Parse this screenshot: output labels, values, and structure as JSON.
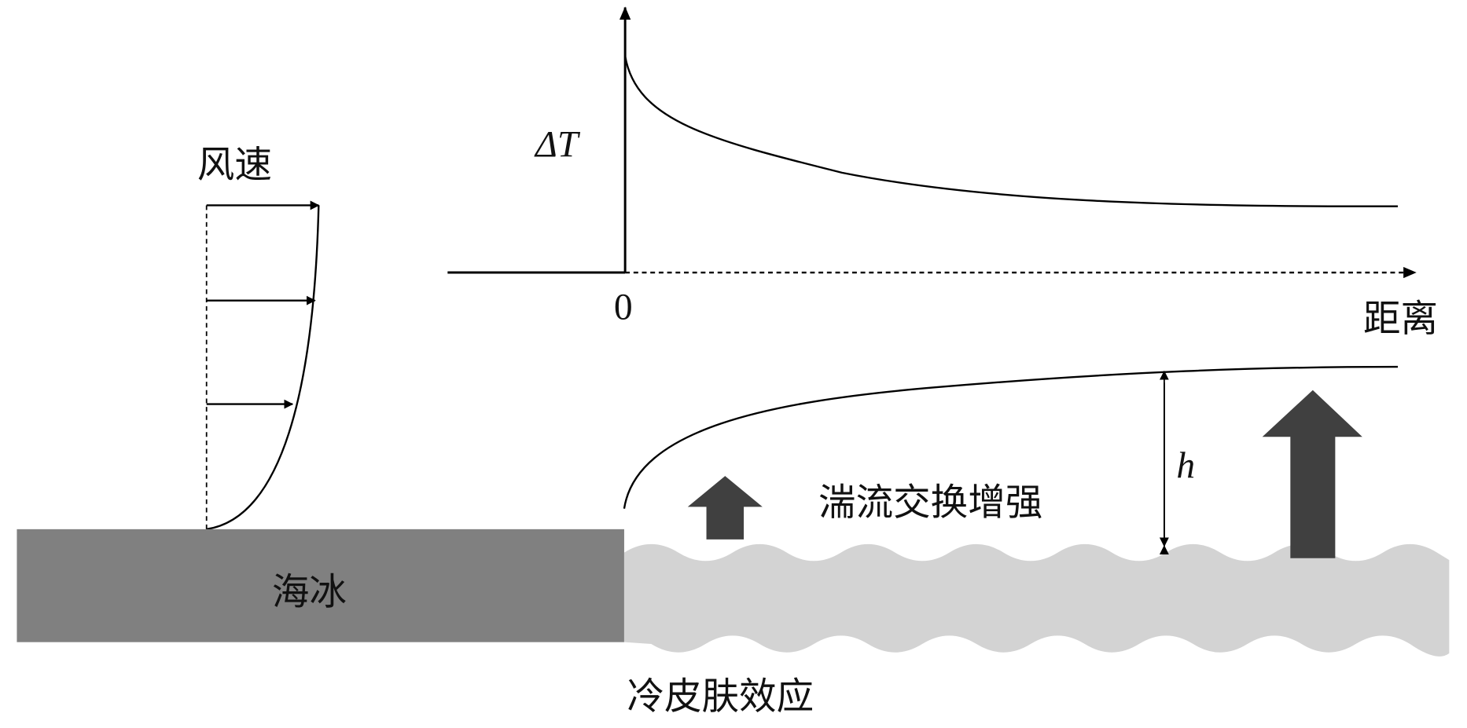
{
  "labels": {
    "wind_speed": "风速",
    "delta_t": "ΔT",
    "origin": "0",
    "distance": "距离",
    "sea_ice": "海冰",
    "turbulence": "湍流交换增强",
    "height": "h",
    "cold_skin": "冷皮肤效应"
  },
  "colors": {
    "sea_ice": "#808080",
    "water": "#d3d3d3",
    "flux_arrow": "#404040",
    "line": "#000000"
  }
}
